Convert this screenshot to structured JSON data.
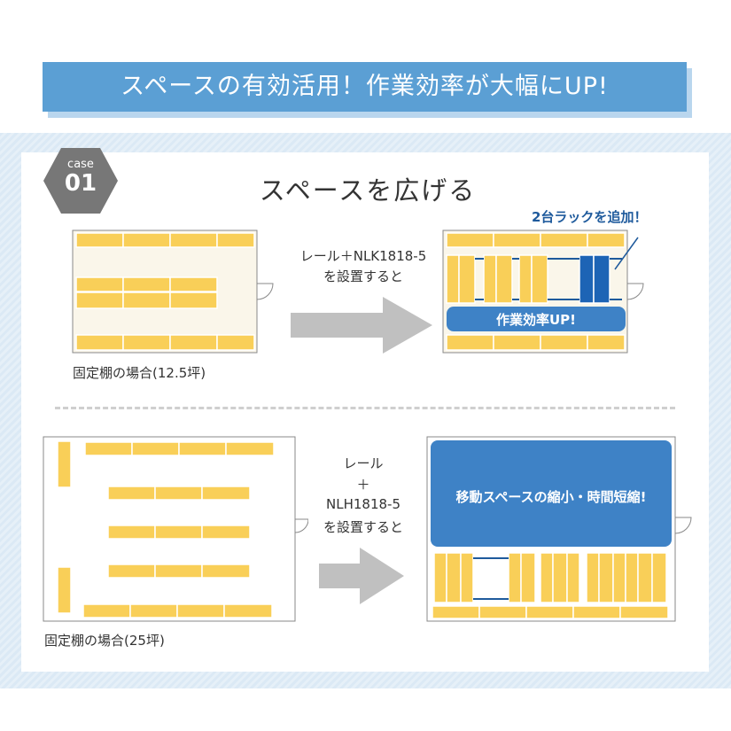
{
  "banner": {
    "title": "スペースの有効活用！作業効率が大幅にUP!"
  },
  "case_badge": {
    "label": "case",
    "number": "01"
  },
  "section_title": "スペースを広げる",
  "top": {
    "instruction_line1": "レール＋NLK1818-5",
    "instruction_line2": "を設置すると",
    "caption": "固定棚の場合(12.5坪)",
    "callout": "2台ラックを追加！",
    "efficiency_banner": "作業効率UP!"
  },
  "bottom": {
    "instruction_line1": "レール",
    "instruction_line2": "＋",
    "instruction_line3": "NLH1818-5",
    "instruction_line4": "を設置すると",
    "caption": "固定棚の場合(25坪)",
    "space_banner": "移動スペースの縮小・時間短縮!"
  },
  "colors": {
    "banner": "#5b9fd4",
    "shelf": "#f9cf58",
    "added_rack": "#1d64b5",
    "arrow": "#c0c0c0",
    "hexagon": "#777777"
  }
}
